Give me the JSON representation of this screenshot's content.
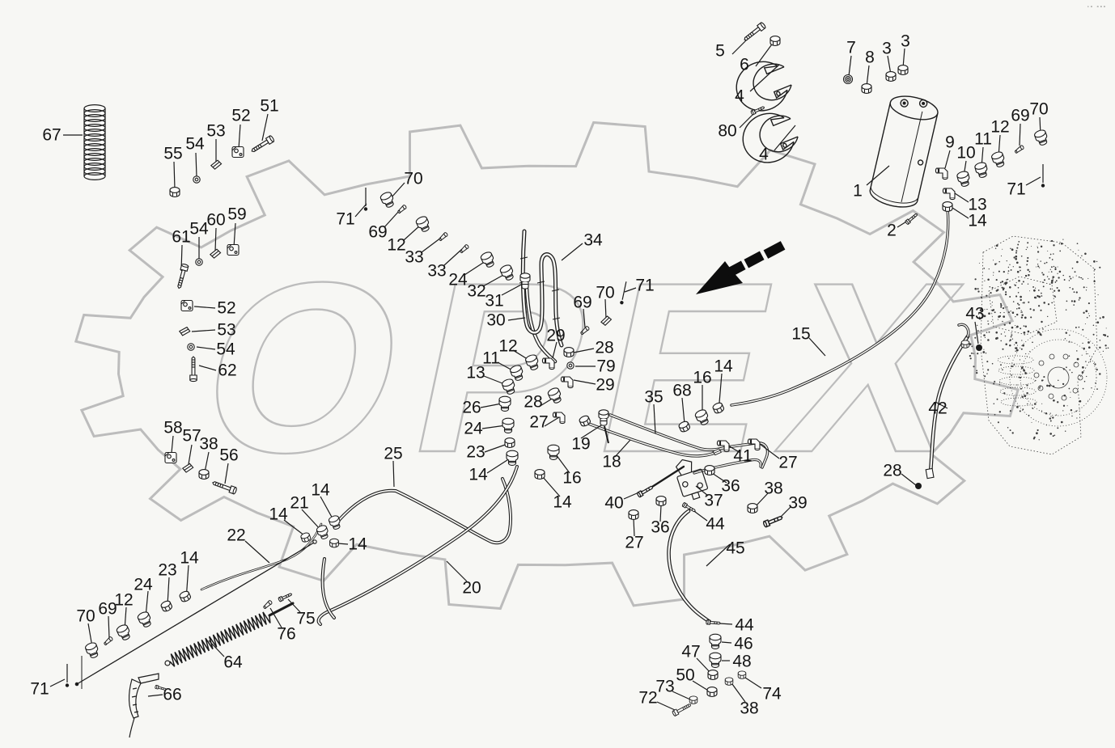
{
  "meta": {
    "watermark_text": "OPEX",
    "corner_marks": "◦▫ ▫▫▫",
    "colors": {
      "line": "#1b1b1b",
      "watermark": "#bcbcbc",
      "background": "#f7f7f4",
      "arrow": "#0d0d0d"
    },
    "diagram_type": "exploded-parts-diagram",
    "unique_part_numbers": [
      1,
      2,
      3,
      4,
      5,
      6,
      7,
      8,
      9,
      10,
      11,
      12,
      13,
      14,
      15,
      16,
      18,
      19,
      20,
      21,
      22,
      23,
      24,
      25,
      26,
      27,
      28,
      29,
      30,
      31,
      32,
      33,
      34,
      35,
      36,
      37,
      38,
      39,
      40,
      41,
      42,
      43,
      44,
      45,
      46,
      47,
      48,
      50,
      51,
      52,
      53,
      54,
      55,
      56,
      57,
      58,
      59,
      60,
      61,
      62,
      64,
      66,
      67,
      68,
      69,
      70,
      71,
      72,
      73,
      74,
      75,
      76,
      79,
      80
    ]
  },
  "labels": [
    [
      "5",
      890,
      63
    ],
    [
      "6",
      920,
      80
    ],
    [
      "4",
      914,
      119
    ],
    [
      "80",
      899,
      162
    ],
    [
      "4",
      944,
      191
    ],
    [
      "7",
      1052,
      59
    ],
    [
      "8",
      1075,
      71
    ],
    [
      "3",
      1096,
      60
    ],
    [
      "3",
      1119,
      51
    ],
    [
      "1",
      1060,
      236
    ],
    [
      "2",
      1102,
      285
    ],
    [
      "9",
      1174,
      176
    ],
    [
      "10",
      1194,
      189
    ],
    [
      "11",
      1215,
      172
    ],
    [
      "12",
      1236,
      157
    ],
    [
      "69",
      1261,
      143
    ],
    [
      "70",
      1284,
      135
    ],
    [
      "71",
      1256,
      234
    ],
    [
      "13",
      1208,
      253
    ],
    [
      "14",
      1208,
      273
    ],
    [
      "67",
      64,
      167
    ],
    [
      "55",
      214,
      190
    ],
    [
      "54",
      241,
      178
    ],
    [
      "53",
      267,
      162
    ],
    [
      "52",
      298,
      143
    ],
    [
      "51",
      333,
      131
    ],
    [
      "61",
      224,
      293
    ],
    [
      "54",
      246,
      283
    ],
    [
      "60",
      267,
      272
    ],
    [
      "59",
      293,
      265
    ],
    [
      "52",
      280,
      381
    ],
    [
      "53",
      280,
      408
    ],
    [
      "54",
      279,
      432
    ],
    [
      "62",
      281,
      458
    ],
    [
      "58",
      214,
      529
    ],
    [
      "57",
      237,
      539
    ],
    [
      "38",
      258,
      549
    ],
    [
      "56",
      283,
      563
    ],
    [
      "70",
      511,
      221
    ],
    [
      "71",
      427,
      271
    ],
    [
      "69",
      467,
      287
    ],
    [
      "12",
      490,
      303
    ],
    [
      "33",
      512,
      318
    ],
    [
      "33",
      540,
      335
    ],
    [
      "24",
      566,
      346
    ],
    [
      "32",
      589,
      360
    ],
    [
      "31",
      611,
      372
    ],
    [
      "30",
      613,
      396
    ],
    [
      "34",
      733,
      297
    ],
    [
      "29",
      687,
      415
    ],
    [
      "69",
      720,
      374
    ],
    [
      "70",
      748,
      362
    ],
    [
      "71",
      797,
      353
    ],
    [
      "28",
      747,
      430
    ],
    [
      "79",
      749,
      453
    ],
    [
      "29",
      748,
      476
    ],
    [
      "12",
      628,
      428
    ],
    [
      "11",
      607,
      443
    ],
    [
      "13",
      588,
      461
    ],
    [
      "26",
      583,
      504
    ],
    [
      "28",
      659,
      497
    ],
    [
      "27",
      666,
      522
    ],
    [
      "24",
      585,
      530
    ],
    [
      "23",
      588,
      559
    ],
    [
      "14",
      591,
      587
    ],
    [
      "19",
      718,
      549
    ],
    [
      "16",
      707,
      591
    ],
    [
      "14",
      695,
      621
    ],
    [
      "18",
      756,
      571
    ],
    [
      "35",
      808,
      491
    ],
    [
      "68",
      843,
      483
    ],
    [
      "16",
      868,
      467
    ],
    [
      "14",
      894,
      453
    ],
    [
      "41",
      918,
      564
    ],
    [
      "27",
      974,
      572
    ],
    [
      "36",
      903,
      601
    ],
    [
      "37",
      882,
      619
    ],
    [
      "40",
      759,
      622
    ],
    [
      "36",
      816,
      652
    ],
    [
      "27",
      784,
      671
    ],
    [
      "38",
      956,
      604
    ],
    [
      "39",
      986,
      622
    ],
    [
      "44",
      884,
      648
    ],
    [
      "45",
      909,
      678
    ],
    [
      "15",
      990,
      413
    ],
    [
      "43",
      1205,
      388
    ],
    [
      "42",
      1159,
      505
    ],
    [
      "28",
      1103,
      582
    ],
    [
      "44",
      920,
      773
    ],
    [
      "46",
      919,
      796
    ],
    [
      "48",
      917,
      818
    ],
    [
      "47",
      854,
      806
    ],
    [
      "50",
      847,
      835
    ],
    [
      "74",
      954,
      858
    ],
    [
      "38",
      926,
      876
    ],
    [
      "73",
      822,
      849
    ],
    [
      "72",
      801,
      863
    ],
    [
      "22",
      292,
      662
    ],
    [
      "14",
      396,
      606
    ],
    [
      "21",
      370,
      622
    ],
    [
      "14",
      344,
      636
    ],
    [
      "14",
      442,
      673
    ],
    [
      "25",
      486,
      561
    ],
    [
      "20",
      583,
      727
    ],
    [
      "24",
      177,
      723
    ],
    [
      "23",
      207,
      705
    ],
    [
      "14",
      234,
      690
    ],
    [
      "12",
      153,
      742
    ],
    [
      "69",
      133,
      753
    ],
    [
      "70",
      106,
      762
    ],
    [
      "71",
      49,
      852
    ],
    [
      "64",
      288,
      819
    ],
    [
      "66",
      213,
      859
    ],
    [
      "75",
      378,
      765
    ],
    [
      "76",
      354,
      784
    ]
  ],
  "leaders": [
    [
      905,
      67,
      929,
      43
    ],
    [
      934,
      82,
      956,
      52
    ],
    [
      927,
      113,
      963,
      80
    ],
    [
      914,
      158,
      934,
      138
    ],
    [
      957,
      186,
      983,
      155
    ],
    [
      1052,
      69,
      1049,
      94
    ],
    [
      1074,
      81,
      1071,
      107
    ],
    [
      1097,
      69,
      1101,
      92
    ],
    [
      1118,
      60,
      1116,
      84
    ],
    [
      1071,
      229,
      1099,
      205
    ],
    [
      1109,
      281,
      1125,
      271
    ],
    [
      1174,
      186,
      1168,
      208
    ],
    [
      1194,
      199,
      1191,
      218
    ],
    [
      1215,
      182,
      1213,
      207
    ],
    [
      1236,
      167,
      1234,
      194
    ],
    [
      1261,
      153,
      1260,
      180
    ],
    [
      1285,
      145,
      1286,
      167
    ],
    [
      1268,
      229,
      1286,
      219
    ],
    [
      1197,
      250,
      1180,
      239
    ],
    [
      1197,
      270,
      1177,
      257
    ],
    [
      78,
      167,
      102,
      167
    ],
    [
      215,
      200,
      216,
      234
    ],
    [
      242,
      189,
      243,
      219
    ],
    [
      267,
      172,
      267,
      201
    ],
    [
      297,
      154,
      295,
      184
    ],
    [
      331,
      141,
      324,
      174
    ],
    [
      225,
      303,
      224,
      335
    ],
    [
      246,
      293,
      246,
      321
    ],
    [
      267,
      282,
      266,
      311
    ],
    [
      291,
      276,
      289,
      306
    ],
    [
      266,
      381,
      240,
      379
    ],
    [
      266,
      408,
      237,
      410
    ],
    [
      266,
      432,
      243,
      429
    ],
    [
      267,
      458,
      246,
      452
    ],
    [
      214,
      539,
      212,
      560
    ],
    [
      237,
      550,
      233,
      574
    ],
    [
      258,
      559,
      253,
      584
    ],
    [
      282,
      573,
      278,
      598
    ],
    [
      500,
      226,
      483,
      245
    ],
    [
      439,
      268,
      453,
      252
    ],
    [
      475,
      281,
      494,
      260
    ],
    [
      499,
      297,
      520,
      278
    ],
    [
      521,
      312,
      545,
      294
    ],
    [
      549,
      328,
      571,
      308
    ],
    [
      574,
      340,
      600,
      323
    ],
    [
      597,
      354,
      624,
      339
    ],
    [
      620,
      365,
      646,
      351
    ],
    [
      628,
      396,
      649,
      393
    ],
    [
      720,
      301,
      694,
      322
    ],
    [
      688,
      423,
      683,
      443
    ],
    [
      721,
      382,
      723,
      405
    ],
    [
      748,
      370,
      749,
      394
    ],
    [
      786,
      356,
      772,
      361
    ],
    [
      734,
      431,
      709,
      436
    ],
    [
      736,
      453,
      711,
      453
    ],
    [
      736,
      475,
      709,
      470
    ],
    [
      634,
      433,
      655,
      446
    ],
    [
      615,
      448,
      637,
      460
    ],
    [
      598,
      465,
      626,
      476
    ],
    [
      594,
      504,
      620,
      499
    ],
    [
      666,
      503,
      684,
      492
    ],
    [
      673,
      527,
      691,
      516
    ],
    [
      596,
      530,
      625,
      526
    ],
    [
      599,
      559,
      627,
      549
    ],
    [
      602,
      585,
      630,
      567
    ],
    [
      718,
      542,
      746,
      524
    ],
    [
      704,
      585,
      687,
      562
    ],
    [
      692,
      614,
      671,
      590
    ],
    [
      760,
      565,
      779,
      544
    ],
    [
      808,
      500,
      810,
      536
    ],
    [
      843,
      492,
      846,
      524
    ],
    [
      868,
      476,
      868,
      513
    ],
    [
      892,
      462,
      888,
      510
    ],
    [
      915,
      560,
      900,
      551
    ],
    [
      963,
      567,
      939,
      549
    ],
    [
      898,
      597,
      880,
      585
    ],
    [
      875,
      613,
      860,
      601
    ],
    [
      771,
      617,
      794,
      607
    ],
    [
      816,
      645,
      817,
      625
    ],
    [
      784,
      663,
      783,
      641
    ],
    [
      949,
      610,
      933,
      627
    ],
    [
      977,
      627,
      962,
      642
    ],
    [
      874,
      644,
      855,
      630
    ],
    [
      902,
      673,
      873,
      700
    ],
    [
      1000,
      418,
      1020,
      440
    ],
    [
      1205,
      398,
      1209,
      425
    ],
    [
      1171,
      505,
      1156,
      497
    ],
    [
      1114,
      586,
      1132,
      600
    ],
    [
      905,
      772,
      889,
      771
    ],
    [
      904,
      795,
      892,
      794
    ],
    [
      902,
      817,
      892,
      817
    ],
    [
      861,
      814,
      879,
      833
    ],
    [
      856,
      842,
      877,
      855
    ],
    [
      941,
      851,
      921,
      838
    ],
    [
      921,
      868,
      905,
      846
    ],
    [
      831,
      855,
      853,
      865
    ],
    [
      812,
      868,
      834,
      878
    ],
    [
      303,
      669,
      333,
      696
    ],
    [
      396,
      614,
      412,
      643
    ],
    [
      373,
      630,
      397,
      656
    ],
    [
      351,
      643,
      376,
      662
    ],
    [
      430,
      673,
      417,
      672
    ],
    [
      486,
      570,
      487,
      602
    ],
    [
      577,
      719,
      552,
      694
    ],
    [
      183,
      731,
      180,
      763
    ],
    [
      209,
      714,
      207,
      748
    ],
    [
      233,
      699,
      230,
      742
    ],
    [
      156,
      751,
      154,
      779
    ],
    [
      134,
      762,
      135,
      789
    ],
    [
      109,
      771,
      114,
      800
    ],
    [
      62,
      849,
      80,
      840
    ],
    [
      277,
      812,
      258,
      792
    ],
    [
      201,
      859,
      183,
      861
    ],
    [
      371,
      757,
      356,
      741
    ],
    [
      348,
      776,
      334,
      752
    ]
  ],
  "hardware": [
    [
      "bolt",
      932,
      40,
      142
    ],
    [
      "nut",
      958,
      51,
      0
    ],
    [
      "screw",
      937,
      136,
      -25
    ],
    [
      "grommet",
      1048,
      98,
      0
    ],
    [
      "nut",
      1071,
      110,
      0
    ],
    [
      "nut",
      1101,
      95,
      0
    ],
    [
      "nut",
      1116,
      87,
      0
    ],
    [
      "screw",
      1127,
      270,
      -40
    ],
    [
      "elbow",
      1167,
      212,
      0
    ],
    [
      "fitting",
      1191,
      221,
      -15
    ],
    [
      "fitting",
      1213,
      210,
      -15
    ],
    [
      "fitting",
      1234,
      197,
      -20
    ],
    [
      "cone",
      1260,
      184,
      -30
    ],
    [
      "fitting",
      1287,
      170,
      -20
    ],
    [
      "pin",
      1289,
      217,
      0
    ],
    [
      "elbow",
      1176,
      237,
      0
    ],
    [
      "nut",
      1171,
      256,
      0
    ],
    [
      "nut",
      216,
      238,
      0
    ],
    [
      "washer",
      243,
      222,
      0
    ],
    [
      "clip",
      267,
      204,
      -35
    ],
    [
      "block",
      294,
      188,
      0
    ],
    [
      "bolt",
      324,
      179,
      148
    ],
    [
      "bolt",
      225,
      342,
      105
    ],
    [
      "washer",
      246,
      324,
      0
    ],
    [
      "clip",
      266,
      314,
      -35
    ],
    [
      "block",
      288,
      309,
      0
    ],
    [
      "block",
      231,
      378,
      0
    ],
    [
      "clip",
      228,
      410,
      -25
    ],
    [
      "washer",
      236,
      429,
      0
    ],
    [
      "bolt",
      239,
      456,
      -90
    ],
    [
      "block",
      211,
      566,
      0
    ],
    [
      "clip",
      232,
      579,
      -30
    ],
    [
      "nut",
      252,
      587,
      0
    ],
    [
      "bolt",
      277,
      602,
      200
    ],
    [
      "fitting",
      479,
      247,
      -25
    ],
    [
      "pin",
      452,
      246,
      0
    ],
    [
      "cone",
      497,
      258,
      -35
    ],
    [
      "fitting",
      523,
      277,
      -25
    ],
    [
      "cone",
      548,
      292,
      -35
    ],
    [
      "cone",
      574,
      307,
      -35
    ],
    [
      "fitting",
      603,
      321,
      -25
    ],
    [
      "fitting",
      627,
      337,
      -25
    ],
    [
      "tee",
      649,
      349,
      0
    ],
    [
      "elbow",
      681,
      447,
      0
    ],
    [
      "nut",
      703,
      436,
      0
    ],
    [
      "washer",
      705,
      452,
      0
    ],
    [
      "elbow",
      704,
      470,
      0
    ],
    [
      "cone",
      723,
      408,
      -35
    ],
    [
      "clip",
      749,
      397,
      -40
    ],
    [
      "pin",
      771,
      362,
      12
    ],
    [
      "fitting",
      658,
      448,
      -20
    ],
    [
      "fitting",
      639,
      461,
      -20
    ],
    [
      "fitting",
      629,
      478,
      -20
    ],
    [
      "fitting",
      624,
      499,
      0
    ],
    [
      "fitting",
      686,
      489,
      -25
    ],
    [
      "elbow",
      694,
      514,
      0
    ],
    [
      "fitting",
      628,
      526,
      0
    ],
    [
      "nut",
      630,
      548,
      0
    ],
    [
      "fitting",
      633,
      566,
      0
    ],
    [
      "tee",
      746,
      518,
      0
    ],
    [
      "fitting",
      684,
      559,
      0
    ],
    [
      "nut",
      667,
      587,
      0
    ],
    [
      "nut",
      846,
      528,
      -25
    ],
    [
      "fitting",
      868,
      516,
      -25
    ],
    [
      "nut",
      888,
      505,
      -25
    ],
    [
      "elbow",
      897,
      549,
      0
    ],
    [
      "elbow",
      935,
      547,
      0
    ],
    [
      "nut",
      877,
      582,
      0
    ],
    [
      "nut",
      817,
      620,
      0
    ],
    [
      "nut",
      783,
      637,
      0
    ],
    [
      "nut",
      930,
      629,
      0
    ],
    [
      "screw",
      956,
      644,
      -22,
      1.4
    ],
    [
      "screw",
      852,
      628,
      30
    ],
    [
      "screw",
      798,
      607,
      -30,
      1.2
    ],
    [
      "nut",
      723,
      521,
      -25
    ],
    [
      "clip",
      886,
      559,
      -20,
      0.8
    ],
    [
      "screw",
      882,
      770,
      5
    ],
    [
      "fitting",
      884,
      793,
      0
    ],
    [
      "fitting",
      884,
      816,
      0
    ],
    [
      "nut",
      881,
      835,
      0
    ],
    [
      "nut",
      880,
      856,
      0
    ],
    [
      "nut",
      901,
      843,
      0,
      0.8
    ],
    [
      "nut",
      917,
      835,
      0,
      0.8
    ],
    [
      "nut",
      857,
      866,
      0,
      0.8
    ],
    [
      "bolt",
      843,
      877,
      -28,
      0.8
    ],
    [
      "fitting",
      114,
      804,
      -20
    ],
    [
      "cone",
      134,
      792,
      -35
    ],
    [
      "fitting",
      153,
      782,
      -25
    ],
    [
      "fitting",
      179,
      766,
      -25
    ],
    [
      "nut",
      206,
      750,
      -25
    ],
    [
      "nut",
      229,
      738,
      -25
    ],
    [
      "pin",
      83,
      835,
      0
    ],
    [
      "fitting",
      414,
      646,
      -20,
      0.9
    ],
    [
      "fitting",
      399,
      658,
      -20,
      0.9
    ],
    [
      "nut",
      378,
      665,
      -20,
      0.9
    ],
    [
      "nut",
      413,
      672,
      0,
      0.9
    ],
    [
      "screw",
      353,
      738,
      -25
    ],
    [
      "cone",
      331,
      747,
      -35
    ],
    [
      "screw",
      199,
      851,
      15,
      0.8
    ],
    [
      "nut",
      1193,
      426,
      0,
      0.8
    ]
  ]
}
